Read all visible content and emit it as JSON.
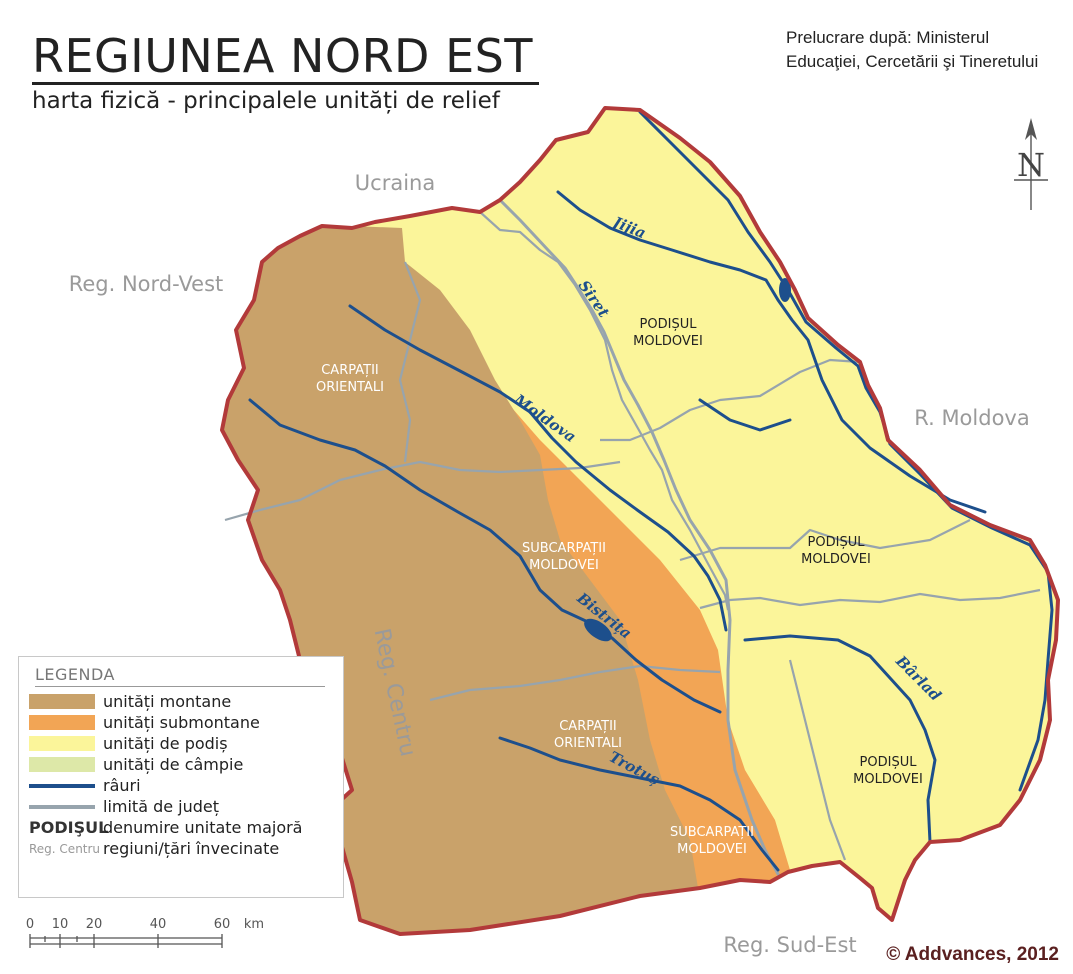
{
  "title": "REGIUNEA NORD EST",
  "subtitle": "harta fizică - principalele unități de relief",
  "credit": [
    "Prelucrare după: Ministerul",
    "Educaţiei, Cercetării şi Tineretului"
  ],
  "copyright": "© Addvances, 2012",
  "north_label": "N",
  "neighbors": {
    "ukraine": "Ucraina",
    "north_west": "Reg. Nord-Vest",
    "moldova": "R. Moldova",
    "centru": "Reg. Centru",
    "south_east": "Reg. Sud-Est"
  },
  "units": {
    "carpati_n": [
      "CARPAȚII",
      "ORIENTALI"
    ],
    "carpati_s": [
      "CARPAȚII",
      "ORIENTALI"
    ],
    "subcarpati_n": [
      "SUBCARPAȚII",
      "MOLDOVEI"
    ],
    "subcarpati_s": [
      "SUBCARPAȚII",
      "MOLDOVEI"
    ],
    "podis_n": [
      "PODIȘUL",
      "MOLDOVEI"
    ],
    "podis_c": [
      "PODIȘUL",
      "MOLDOVEI"
    ],
    "podis_s": [
      "PODIȘUL",
      "MOLDOVEI"
    ]
  },
  "rivers": {
    "jijia": "Jijia",
    "siret": "Siret",
    "moldova": "Moldova",
    "bistrita": "Bistrița",
    "barlad": "Bârlad",
    "trotus": "Trotuș"
  },
  "legend": {
    "title": "LEGENDA",
    "montane": "unități montane",
    "submontane": "unități submontane",
    "podis": "unități de podiș",
    "campie": "unități de câmpie",
    "rauri": "râuri",
    "limita": "limită de județ",
    "major_sample": "PODIŞUL",
    "major_desc": "denumire unitate majoră",
    "neighbor_sample": "Reg. Centru",
    "neighbor_desc": "regiuni/țări învecinate"
  },
  "scale": {
    "ticks": [
      "0",
      "10",
      "20",
      "40",
      "60"
    ],
    "unit": "km"
  },
  "colors": {
    "montane": "#c9a26a",
    "submontane": "#f2a555",
    "podis": "#fbf59a",
    "campie": "#dde8a8",
    "river": "#1d4f8c",
    "county_border": "#97a4ad",
    "region_border": "#b23a3a",
    "neighbor_text": "#9a9a9a"
  }
}
